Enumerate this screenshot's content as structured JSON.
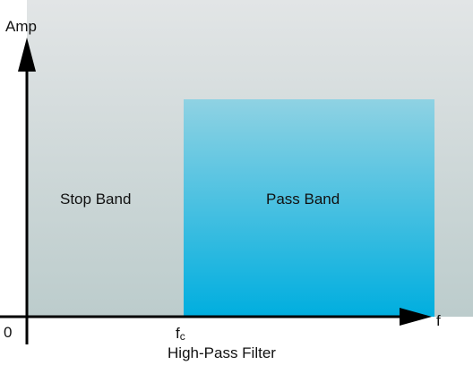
{
  "diagram": {
    "caption": "High-Pass Filter",
    "y_axis_label": "Amp",
    "x_axis_label": "f",
    "origin_label": "0",
    "cutoff_label": {
      "base": "f",
      "subscript": "c"
    },
    "stop_band_label": "Stop Band",
    "pass_band_label": "Pass Band"
  },
  "colors": {
    "background_top": "#e2e5e6",
    "background_bottom": "#bccccc",
    "pass_band_top": "#8fd2e3",
    "pass_band_bottom": "#00aedf",
    "axis": "#000000"
  }
}
